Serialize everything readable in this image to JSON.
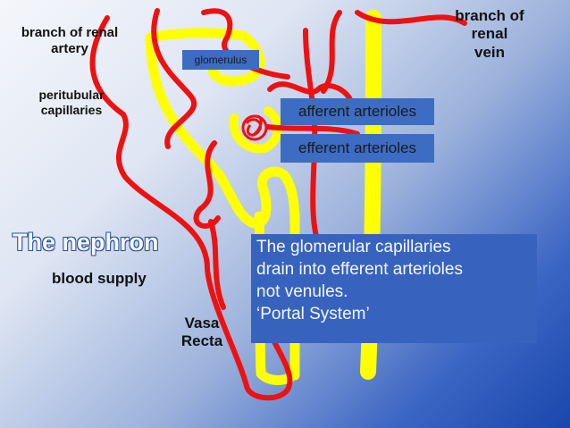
{
  "labels": {
    "artery": "branch of renal\nartery",
    "vein": "branch of\nrenal\nvein",
    "peritubular": "peritubular\ncapillaries",
    "glomerulus": "glomerulus",
    "afferent": "afferent arterioles",
    "efferent": "efferent arterioles",
    "vasa_recta": "Vasa\nRecta"
  },
  "title": "The nephron",
  "subtitle": "blood supply",
  "note_lines": [
    "The glomerular capillaries",
    "drain into efferent arterioles",
    "not venules.",
    "‘Portal System’"
  ],
  "colors": {
    "vessel": "#ee1111",
    "tubule": "#ffff00",
    "box": "#3d6cc3"
  }
}
